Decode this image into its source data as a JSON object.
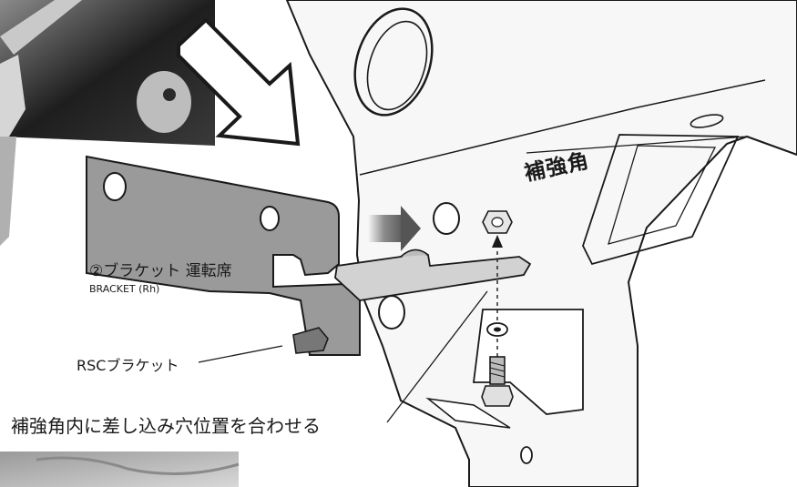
{
  "labels": {
    "reinforcement": "補強角",
    "bracket_ja": "②ブラケット 運転席",
    "bracket_en": "BRACKET (Rh)",
    "rsc_bracket": "RSCブラケット",
    "instruction": "補強角内に差し込み穴位置を合わせる"
  },
  "colors": {
    "line": "#1a1a1a",
    "bracket_fill": "#9a9a9a",
    "frame_fill": "#f7f7f7",
    "photo_dark": "#2a2a2a",
    "photo_light": "#c8c8c8"
  },
  "icons": [
    "insertion-arrow-icon",
    "motion-arrow-icon",
    "nut-icon",
    "bolt-icon",
    "washer-icon"
  ]
}
